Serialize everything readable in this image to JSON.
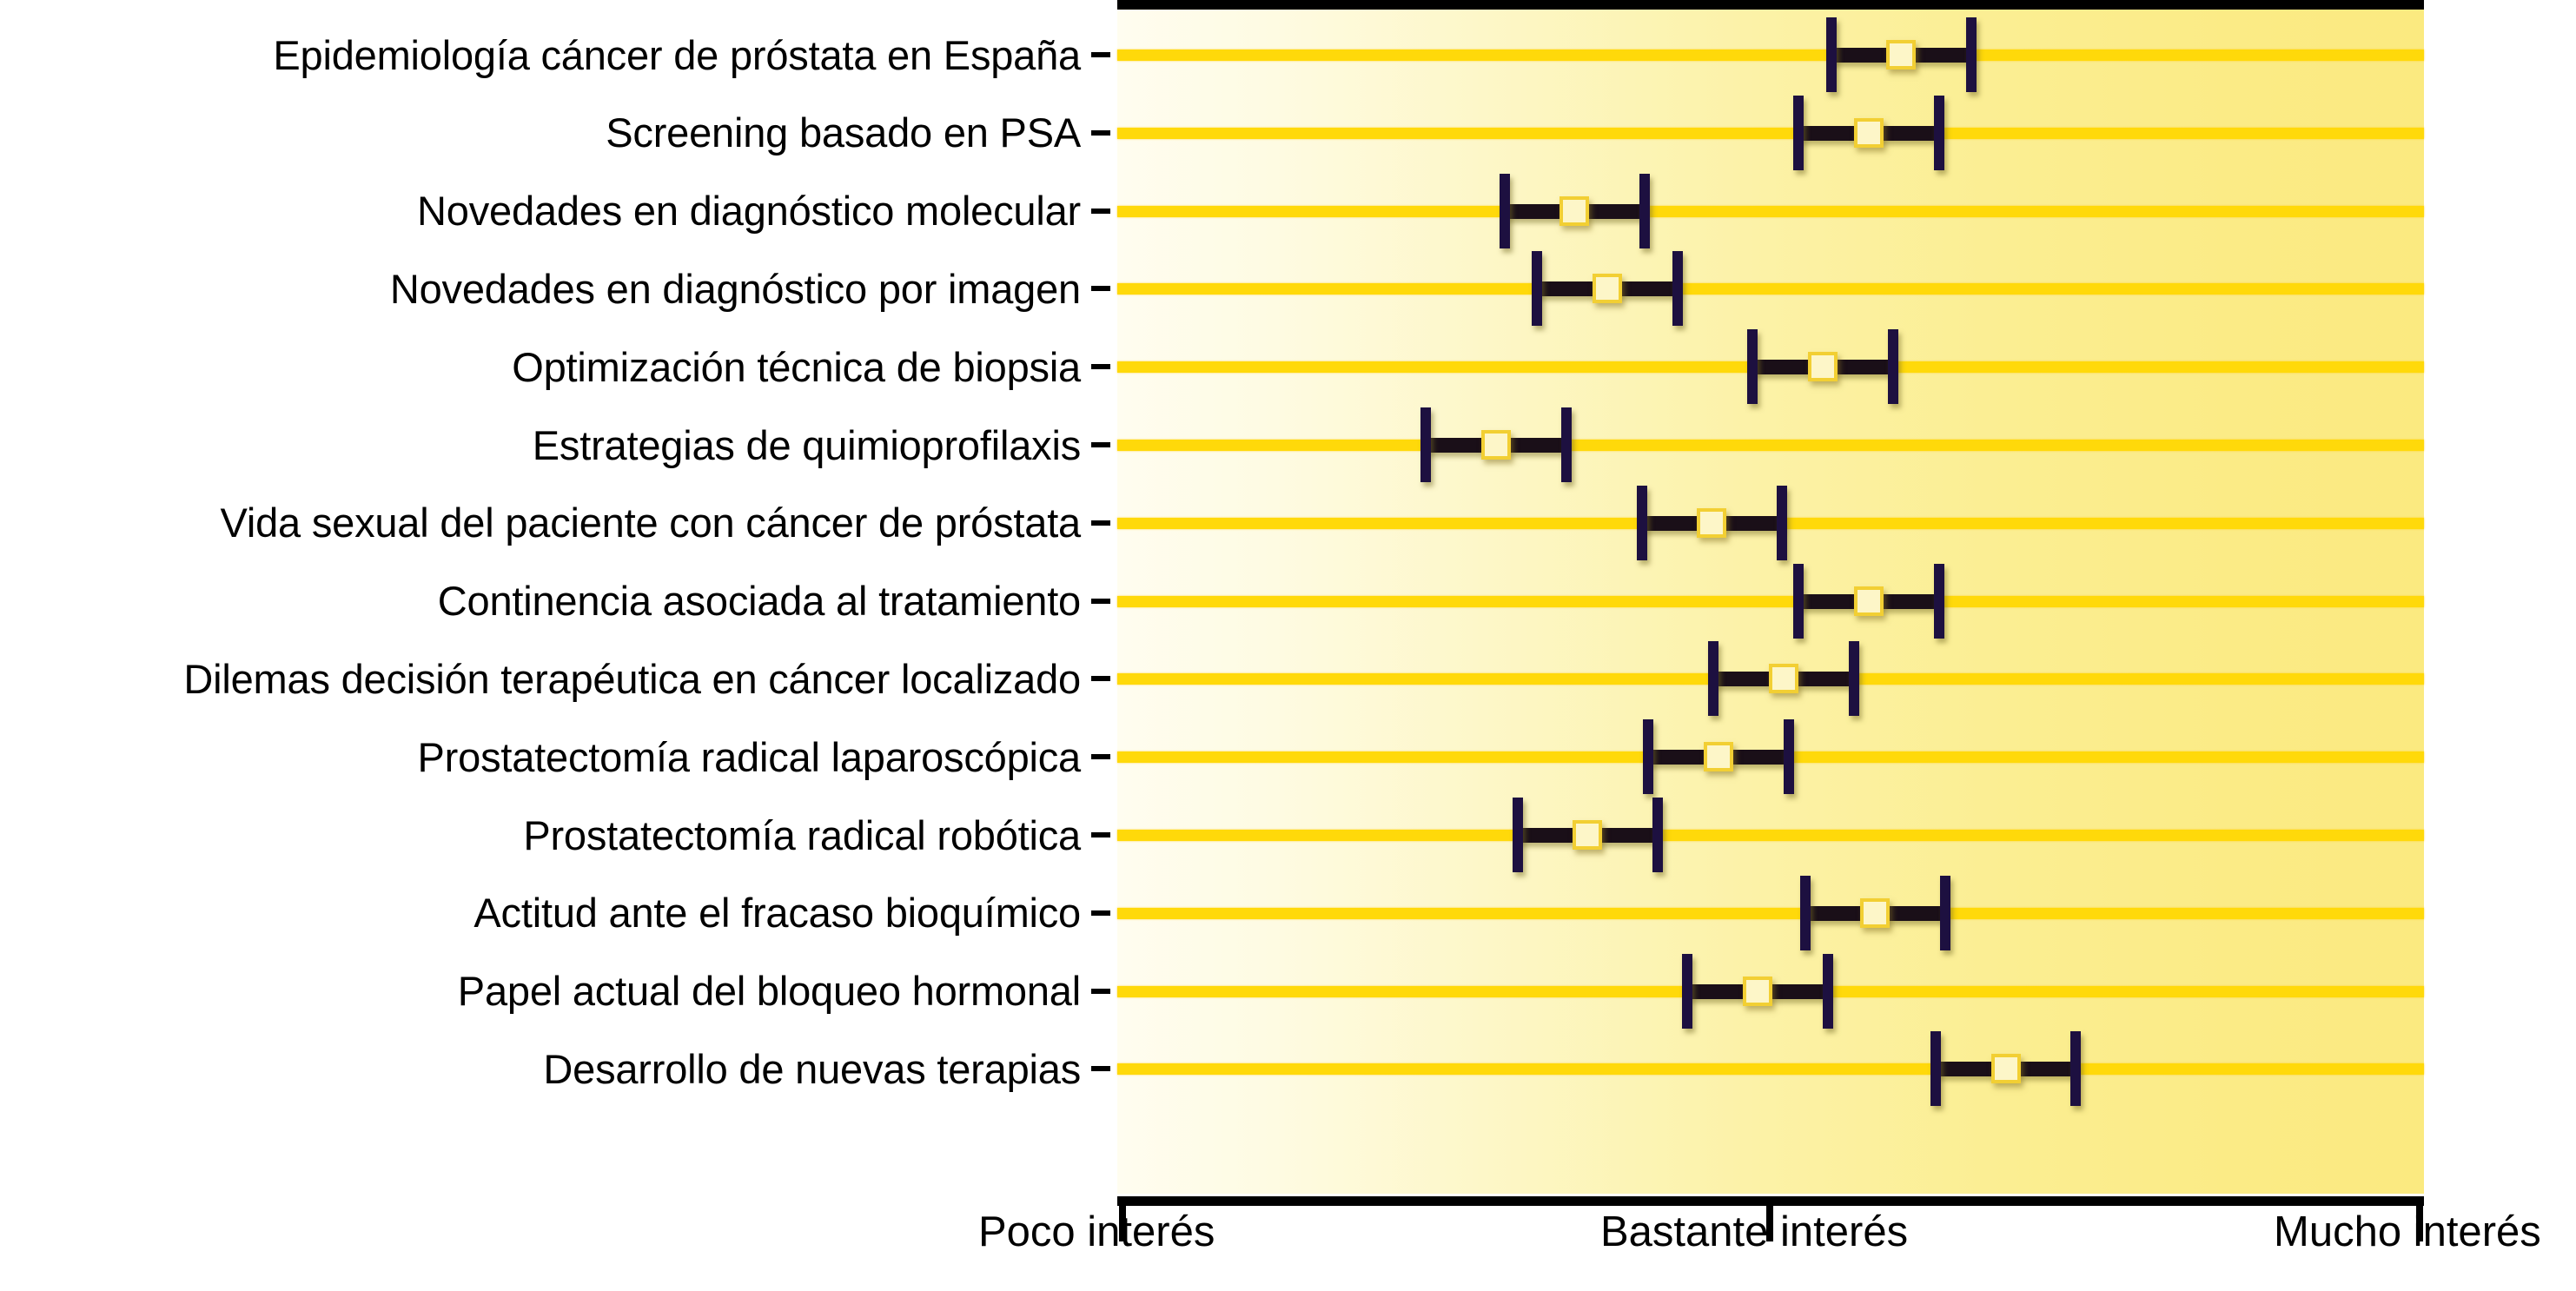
{
  "chart_data": {
    "type": "scatter",
    "title": "",
    "xlabel": "",
    "ylabel": "",
    "orientation": "horizontal",
    "grid": true,
    "legend": false,
    "xlim": [
      1,
      3
    ],
    "xtick_values": [
      1,
      2,
      3
    ],
    "xtick_labels": [
      "Poco interés",
      "Bastante interés",
      "Mucho interés"
    ],
    "description": "Interval plot (mean with confidence interval) of interest level per topic",
    "categories": [
      "Epidemiología cáncer de próstata en España",
      "Screening basado en PSA",
      "Novedades en diagnóstico molecular",
      "Novedades en diagnóstico por imagen",
      "Optimización técnica de biopsia",
      "Estrategias de quimioprofilaxis",
      "Vida sexual del paciente con cáncer de próstata",
      "Continencia asociada al tratamiento",
      "Dilemas decisión terapéutica en cáncer localizado",
      "Prostatectomía radical laparoscópica",
      "Prostatectomía radical robótica",
      "Actitud ante el fracaso bioquímico",
      "Papel actual del bloqueo hormonal",
      "Desarrollo de nuevas terapias"
    ],
    "values": [
      2.2,
      2.15,
      1.7,
      1.75,
      2.08,
      1.58,
      1.91,
      2.15,
      2.02,
      1.92,
      1.72,
      2.16,
      1.98,
      2.36
    ],
    "ci_low": [
      2.09,
      2.04,
      1.59,
      1.64,
      1.97,
      1.47,
      1.8,
      2.04,
      1.91,
      1.81,
      1.61,
      2.05,
      1.87,
      2.25
    ],
    "ci_high": [
      2.31,
      2.26,
      1.81,
      1.86,
      2.19,
      1.69,
      2.02,
      2.26,
      2.13,
      2.03,
      1.83,
      2.27,
      2.09,
      2.47
    ]
  },
  "axis": {
    "tick_left_label": "Poco interés",
    "tick_mid_label": "Bastante interés",
    "tick_right_label": "Mucho interés"
  },
  "colors": {
    "gridline": "#ffd90a",
    "marker_fill": "#fdf6c8",
    "marker_border": "#f2cf33",
    "errorbar": "#1d1040",
    "axis": "#000000",
    "plot_bg_left": "#fffdf0",
    "plot_bg_right": "#fbea80"
  }
}
